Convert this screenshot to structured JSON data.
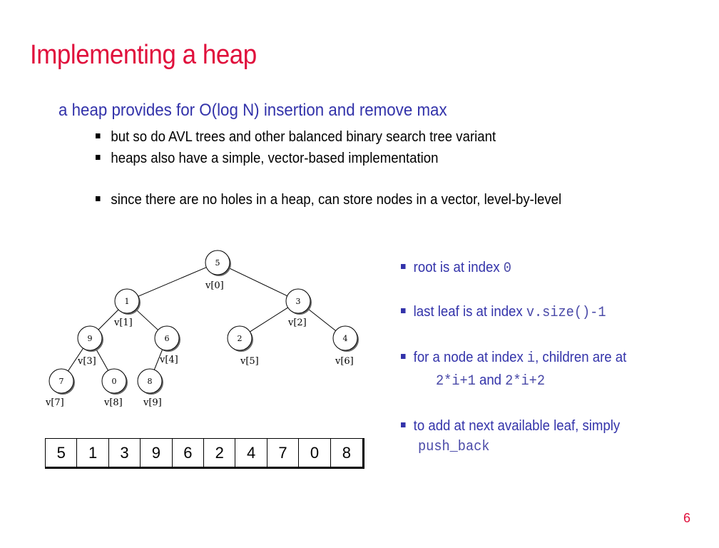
{
  "title": "Implementing a heap",
  "main_bullet": "a heap provides for O(log N) insertion and remove max",
  "sub_bullets": [
    "but so do AVL trees and other balanced binary search tree variant",
    "heaps also have a simple, vector-based implementation",
    "since there are no holes in a heap, can store nodes in a vector, level-by-level"
  ],
  "right_bullets": {
    "b1_text": "root is at index ",
    "b1_code": "0",
    "b2_text": "last leaf is at index ",
    "b2_code": "v.size()-1",
    "b3_text_a": "for a node at index ",
    "b3_code_a": "i",
    "b3_text_b": ", children are at",
    "b3_code_b": "2*i+1",
    "b3_text_c": " and ",
    "b3_code_c": "2*i+2",
    "b4_text": "to add at next available leaf, simply",
    "b4_code": "push_back"
  },
  "tree": {
    "nodes": [
      {
        "value": "5",
        "label": "v[0]"
      },
      {
        "value": "1",
        "label": "v[1]"
      },
      {
        "value": "3",
        "label": "v[2]"
      },
      {
        "value": "9",
        "label": "v[3]"
      },
      {
        "value": "6",
        "label": "v[4]"
      },
      {
        "value": "2",
        "label": "v[5]"
      },
      {
        "value": "4",
        "label": "v[6]"
      },
      {
        "value": "7",
        "label": "v[7]"
      },
      {
        "value": "0",
        "label": "v[8]"
      },
      {
        "value": "8",
        "label": "v[9]"
      }
    ]
  },
  "array": [
    "5",
    "1",
    "3",
    "9",
    "6",
    "2",
    "4",
    "7",
    "0",
    "8"
  ],
  "page_number": "6",
  "colors": {
    "title": "#e0103c",
    "accent": "#3333aa"
  }
}
